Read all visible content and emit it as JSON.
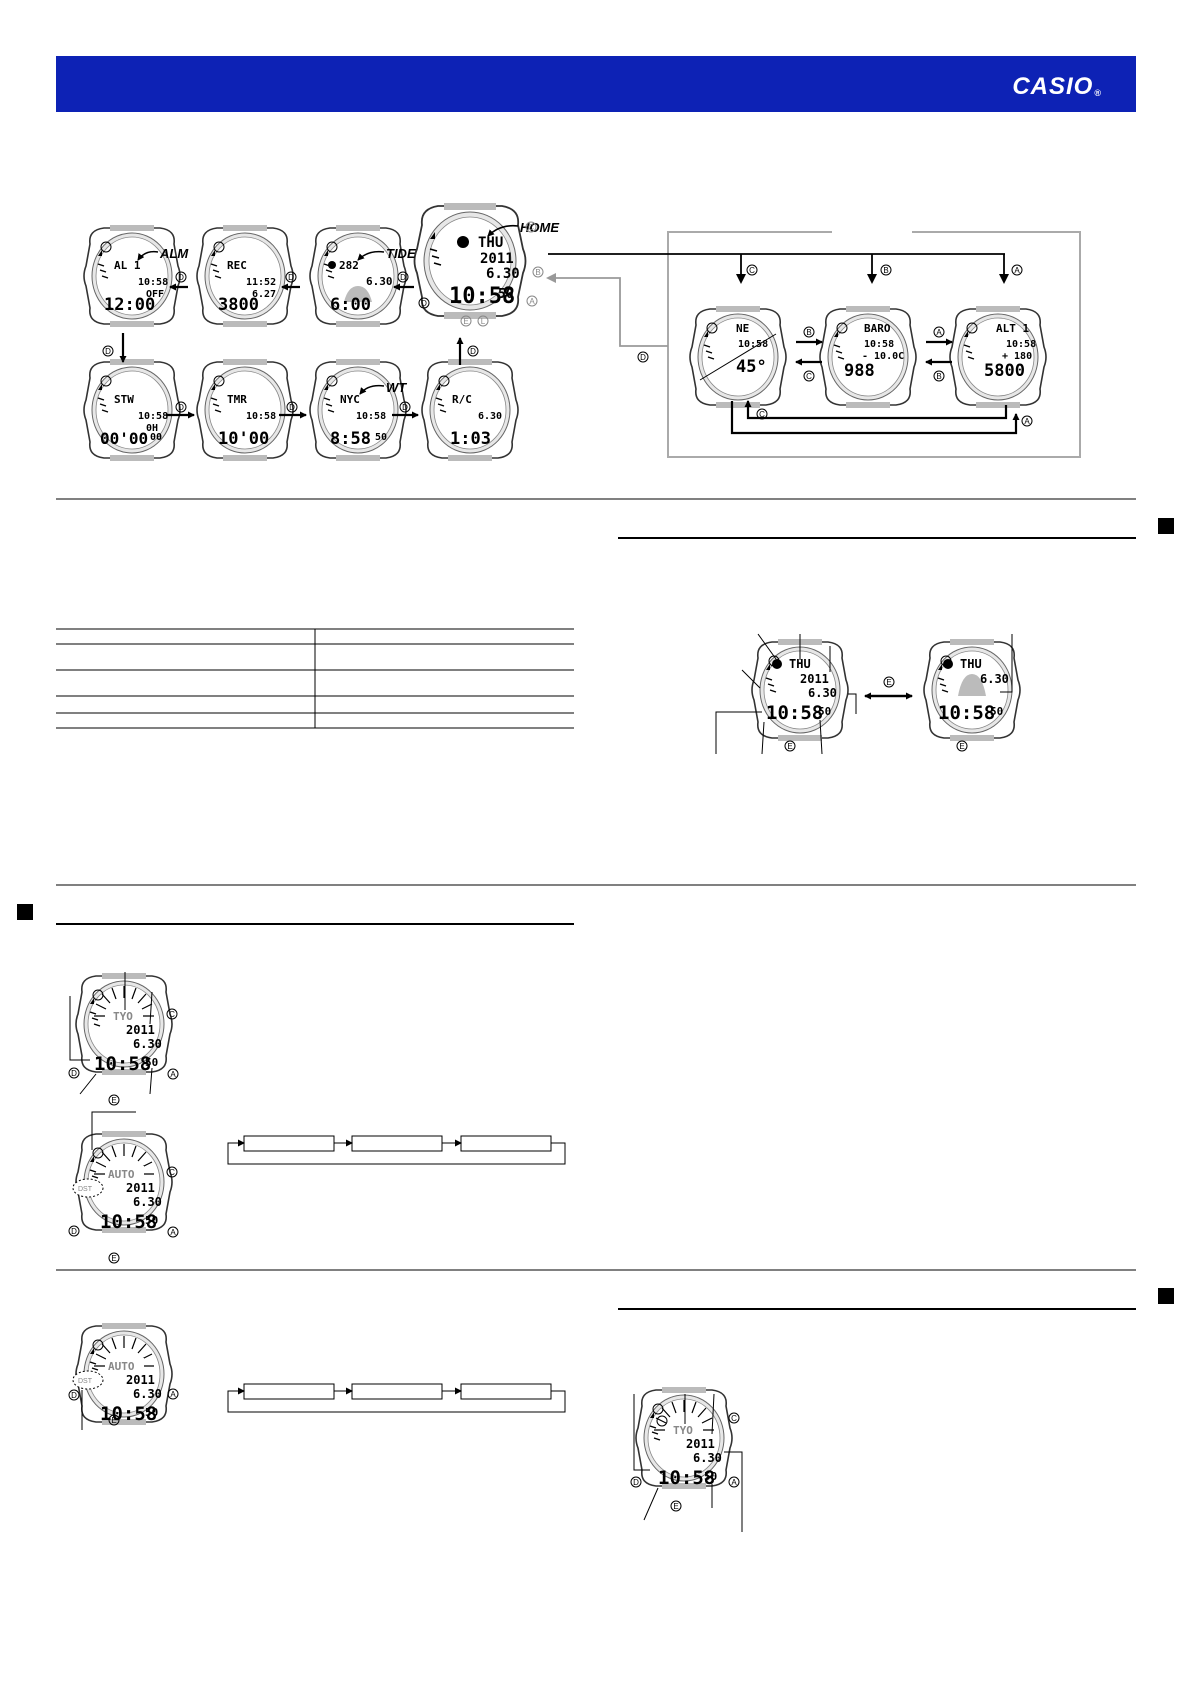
{
  "brand": {
    "logo_text": "CASIO",
    "registered_mark": "®"
  },
  "buttons": {
    "a": "A",
    "b": "B",
    "c": "C",
    "d": "D",
    "e": "E",
    "l": "L"
  },
  "mode_flow": {
    "home": {
      "label": "HOME",
      "day": "THU",
      "year": "2011",
      "date": "6.30",
      "time": "10:58",
      "seconds": "50"
    },
    "tide": {
      "label": "TIDE",
      "code": "282",
      "date": "6.30",
      "time": "6:00"
    },
    "rec": {
      "code": "REC",
      "time_small": "11:52",
      "date": "6.27",
      "value": "3800"
    },
    "alarm": {
      "label": "ALM",
      "code": "AL 1",
      "time_small": "10:58",
      "status": "OFF",
      "time": "12:00"
    },
    "stopwatch": {
      "code": "STW",
      "time_small": "10:58",
      "value": "00'00",
      "hundredths": "00",
      "small": "0H"
    },
    "timer": {
      "code": "TMR",
      "time_small": "10:58",
      "value": "10'00"
    },
    "world_time": {
      "label": "WT",
      "code": "NYC",
      "time_small": "10:58",
      "time": "8:58",
      "seconds": "50"
    },
    "receive": {
      "code": "R/C",
      "date": "6.30",
      "time": "1:03"
    },
    "compass": {
      "code": "NE",
      "time_small": "10:58",
      "value": "45°"
    },
    "barometer": {
      "code": "BARO",
      "time_small": "10:58",
      "trend": "- 10.0C",
      "value": "988"
    },
    "altimeter": {
      "code": "ALT 1",
      "time_small": "10:58",
      "delta": "+ 180",
      "value": "5800"
    }
  },
  "timekeeping": {
    "left_watch": {
      "day": "THU",
      "year": "2011",
      "date": "6.30",
      "time": "10:58",
      "seconds": "50"
    },
    "right_watch": {
      "day": "THU",
      "date": "6.30",
      "time": "10:58",
      "seconds": "50"
    }
  },
  "city_setting": {
    "city": "TYO",
    "year": "2011",
    "date": "6.30",
    "time": "10:58",
    "seconds": "50"
  },
  "dst_setting": {
    "status": "AUTO",
    "year": "2011",
    "date": "6.30",
    "time": "10:58",
    "seconds": "50",
    "dst_indicator": "DST"
  },
  "bottom_watch": {
    "city": "TYO",
    "year": "2011",
    "date": "6.30",
    "time": "10:58",
    "seconds": "50"
  }
}
